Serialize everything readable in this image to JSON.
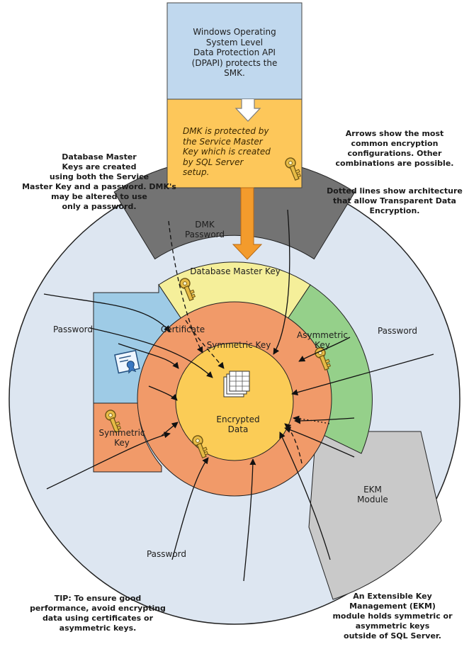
{
  "dpapi_box": {
    "text": "Windows Operating\nSystem Level\nData Protection API\n(DPAPI) protects the\nSMK."
  },
  "dmk_box": {
    "text": "DMK is protected by\nthe Service Master\nKey which is created\nby SQL Server\nsetup."
  },
  "notes": {
    "database_master_keys": "Database Master\nKeys are created\nusing both the Service\nMaster Key and a password. DMK's\nmay be altered to use\nonly a password.",
    "arrows": "Arrows show the most\ncommon encryption\nconfigurations. Other\ncombinations are possible.",
    "dotted_lines": "Dotted lines show architecture\nthat allow Transparent Data\nEncryption.",
    "tip": "TIP: To ensure good\nperformance, avoid encrypting\ndata using certificates or\nasymmetric keys.",
    "ekm": "An Extensible Key\nManagement (EKM)\nmodule holds symmetric or\nasymmetric keys\noutside of SQL Server."
  },
  "segments": {
    "dmk_password": "DMK\nPassword",
    "database_master_key": "Database Master Key",
    "certificate": "Certificate",
    "asymmetric_key": "Asymmetric\nKey",
    "symmetric_key_inner": "Symmetric Key",
    "symmetric_key_outer": "Symmetric\nKey",
    "ekm_module": "EKM\nModule",
    "encrypted_data": "Encrypted\nData",
    "password_left": "Password",
    "password_right": "Password",
    "password_bottom": "Password"
  },
  "colors": {
    "dpapi_box": "#c0d8ee",
    "dmk_box": "#fdc75a",
    "dmk_arrow": "#f39b2c",
    "outer_ring": "#dde6f1",
    "dmk_password_wedge": "#737373",
    "database_master_key_ring": "#f5ef9a",
    "certificate_wedge": "#9ecbe6",
    "asymmetric_key_wedge": "#95d08a",
    "symmetric_key_ring": "#f19a69",
    "ekm_wedge": "#c9c9c9",
    "encrypted_data_core": "#fbcc56"
  },
  "icons": [
    "key-icon",
    "certificate-icon",
    "data-stack-icon"
  ]
}
